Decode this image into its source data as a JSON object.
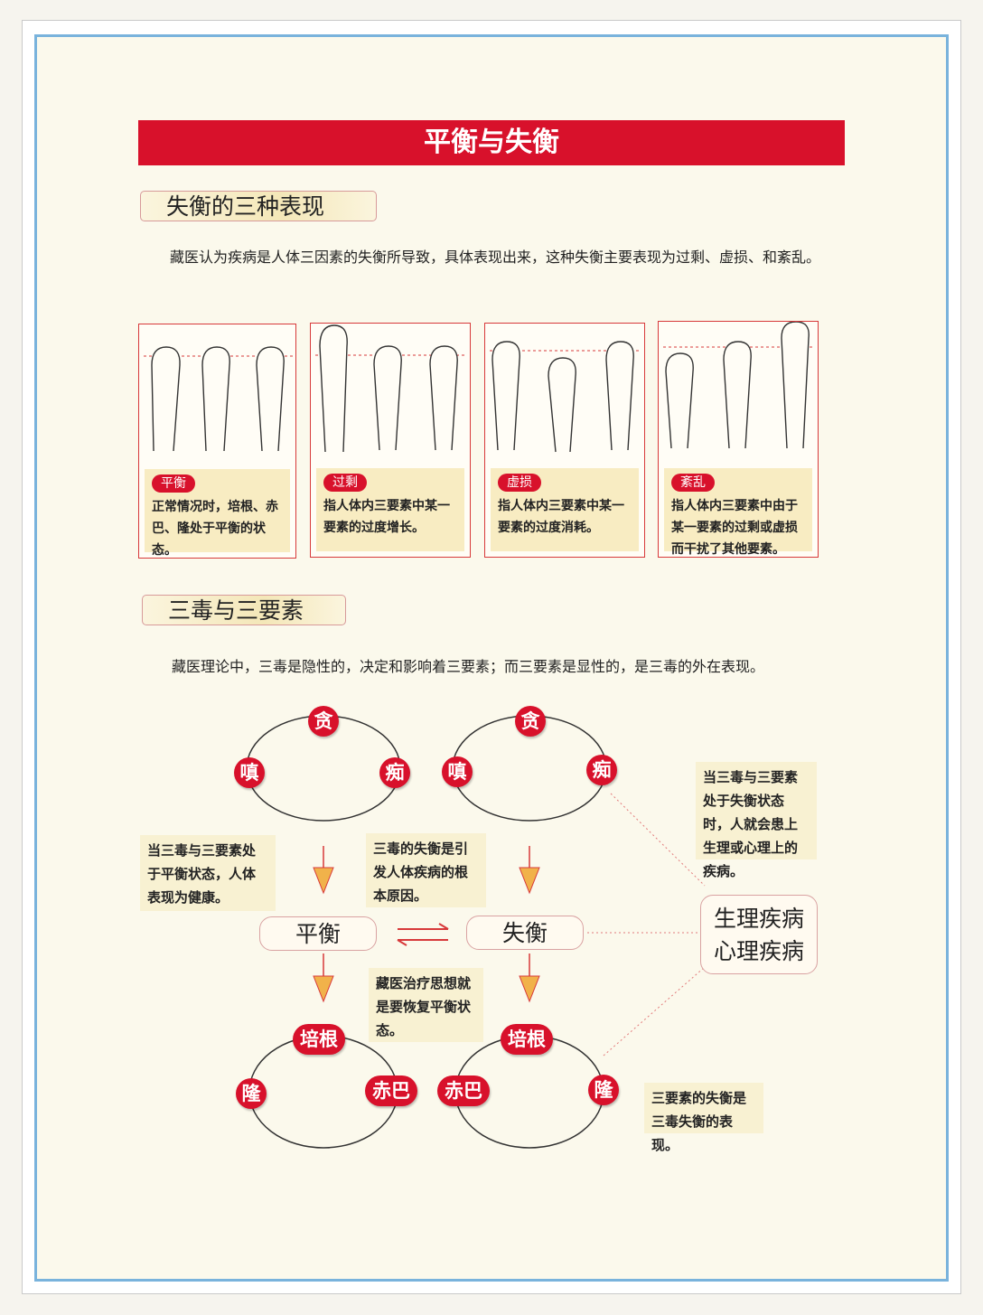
{
  "title": "平衡与失衡",
  "section1": {
    "heading": "失衡的三种表现",
    "intro": "藏医认为疾病是人体三因素的失衡所导致，具体表现出来，这种失衡主要表现为过剩、虚损、和紊乱。",
    "panels": [
      {
        "tag": "平衡",
        "text": "正常情况时，培根、赤巴、隆处于平衡的状态。"
      },
      {
        "tag": "过剩",
        "text": "指人体内三要素中某一要素的过度增长。"
      },
      {
        "tag": "虚损",
        "text": "指人体内三要素中某一要素的过度消耗。"
      },
      {
        "tag": "紊乱",
        "text": "指人体内三要素中由于某一要素的过剩或虚损而干扰了其他要素。"
      }
    ]
  },
  "section2": {
    "heading": "三毒与三要素",
    "intro": "藏医理论中，三毒是隐性的，决定和影响着三要素；而三要素是显性的，是三毒的外在表现。"
  },
  "diagram": {
    "poisons_left": {
      "top": "贪",
      "left": "嗔",
      "right": "痴"
    },
    "poisons_right": {
      "top": "贪",
      "left": "嗔",
      "right": "痴"
    },
    "elements_left": {
      "top": "培根",
      "left": "隆",
      "right": "赤巴"
    },
    "elements_right": {
      "top": "培根",
      "left": "赤巴",
      "right": "隆"
    },
    "state_balance": "平衡",
    "state_imbalance": "失衡",
    "disease_1": "生理疾病",
    "disease_2": "心理疾病",
    "note_balance": "当三毒与三要素处于平衡状态，人体表现为健康。",
    "note_cause": "三毒的失衡是引发人体疾病的根本原因。",
    "note_treatment": "藏医治疗思想就是要恢复平衡状态。",
    "note_imbalance": "当三毒与三要素处于失衡状态时，人就会患上生理或心理上的疾病。",
    "note_elements": "三要素的失衡是三毒失衡的表现。"
  },
  "colors": {
    "accent": "#d8112b",
    "frame": "#79b3dc",
    "caption_bg": "#f8ecc2"
  }
}
